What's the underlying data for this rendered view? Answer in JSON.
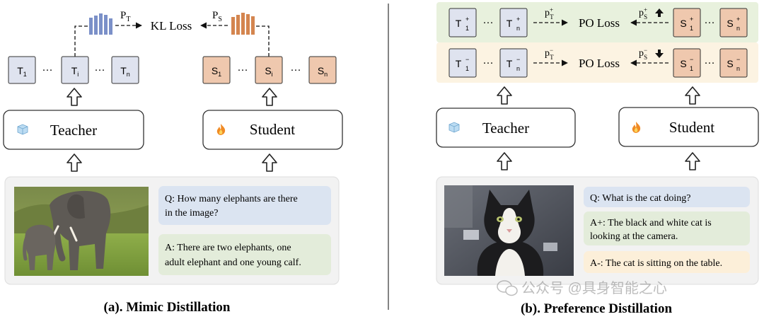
{
  "left": {
    "caption": "(a). Mimic Distillation",
    "loss_label": "KL Loss",
    "teacher_prob": "P",
    "teacher_prob_sub": "T",
    "student_prob": "P",
    "student_prob_sub": "S",
    "teacher_tokens": [
      {
        "base": "T",
        "sub": "1"
      },
      {
        "base": "T",
        "sub": "i"
      },
      {
        "base": "T",
        "sub": "n"
      }
    ],
    "student_tokens": [
      {
        "base": "S",
        "sub": "1"
      },
      {
        "base": "S",
        "sub": "i"
      },
      {
        "base": "S",
        "sub": "n"
      }
    ],
    "ellipsis": "···",
    "teacher_label": "Teacher",
    "student_label": "Student",
    "question_line1": "Q: How many elephants are there",
    "question_line2": "in the image?",
    "answer_line1": "A: There are two elephants, one",
    "answer_line2": "adult elephant and one young calf."
  },
  "right": {
    "caption": "(b). Preference Distillation",
    "loss_top": "PO Loss",
    "loss_bottom": "PO Loss",
    "prob_t_pos": {
      "base": "p",
      "sup": "+",
      "sub": "T"
    },
    "prob_s_pos": {
      "base": "p",
      "sup": "+",
      "sub": "S"
    },
    "prob_t_neg": {
      "base": "p",
      "sup": "−",
      "sub": "T"
    },
    "prob_s_neg": {
      "base": "p",
      "sup": "−",
      "sub": "S"
    },
    "teacher_pos_tokens": [
      {
        "base": "T",
        "sup": "+",
        "sub": "1"
      },
      {
        "base": "T",
        "sup": "+",
        "sub": "n"
      }
    ],
    "student_pos_tokens": [
      {
        "base": "S",
        "sup": "+",
        "sub": "1"
      },
      {
        "base": "S",
        "sup": "+",
        "sub": "n"
      }
    ],
    "teacher_neg_tokens": [
      {
        "base": "T",
        "sup": "−",
        "sub": "1"
      },
      {
        "base": "T",
        "sup": "−",
        "sub": "n"
      }
    ],
    "student_neg_tokens": [
      {
        "base": "S",
        "sup": "−",
        "sub": "1"
      },
      {
        "base": "S",
        "sup": "−",
        "sub": "n"
      }
    ],
    "ellipsis": "···",
    "teacher_label": "Teacher",
    "student_label": "Student",
    "question": "Q: What is the cat doing?",
    "answer_pos_line1": "A+: The black and white cat is",
    "answer_pos_line2": "looking at the camera.",
    "answer_neg": "A-: The cat is sitting on the table."
  },
  "watermark": "公众号 @具身智能之心",
  "colors": {
    "teacher_token": "#dfe3ef",
    "student_token": "#efc8ae",
    "question_bubble": "#dbe4f1",
    "answer_bubble": "#e3ecda",
    "neg_answer_bubble": "#fcefd9",
    "pos_band": "#e8f1dd",
    "neg_band": "#fcf3e2",
    "teacher_bar": "#7b90c8",
    "student_bar": "#d4854f",
    "input_panel": "#f2f2f2"
  },
  "icons": {
    "teacher": "ice-cube-icon",
    "student": "fire-icon",
    "up_arrow": "hollow-up-arrow-icon",
    "up_indicator": "up-arrow-icon",
    "down_indicator": "down-arrow-icon"
  }
}
